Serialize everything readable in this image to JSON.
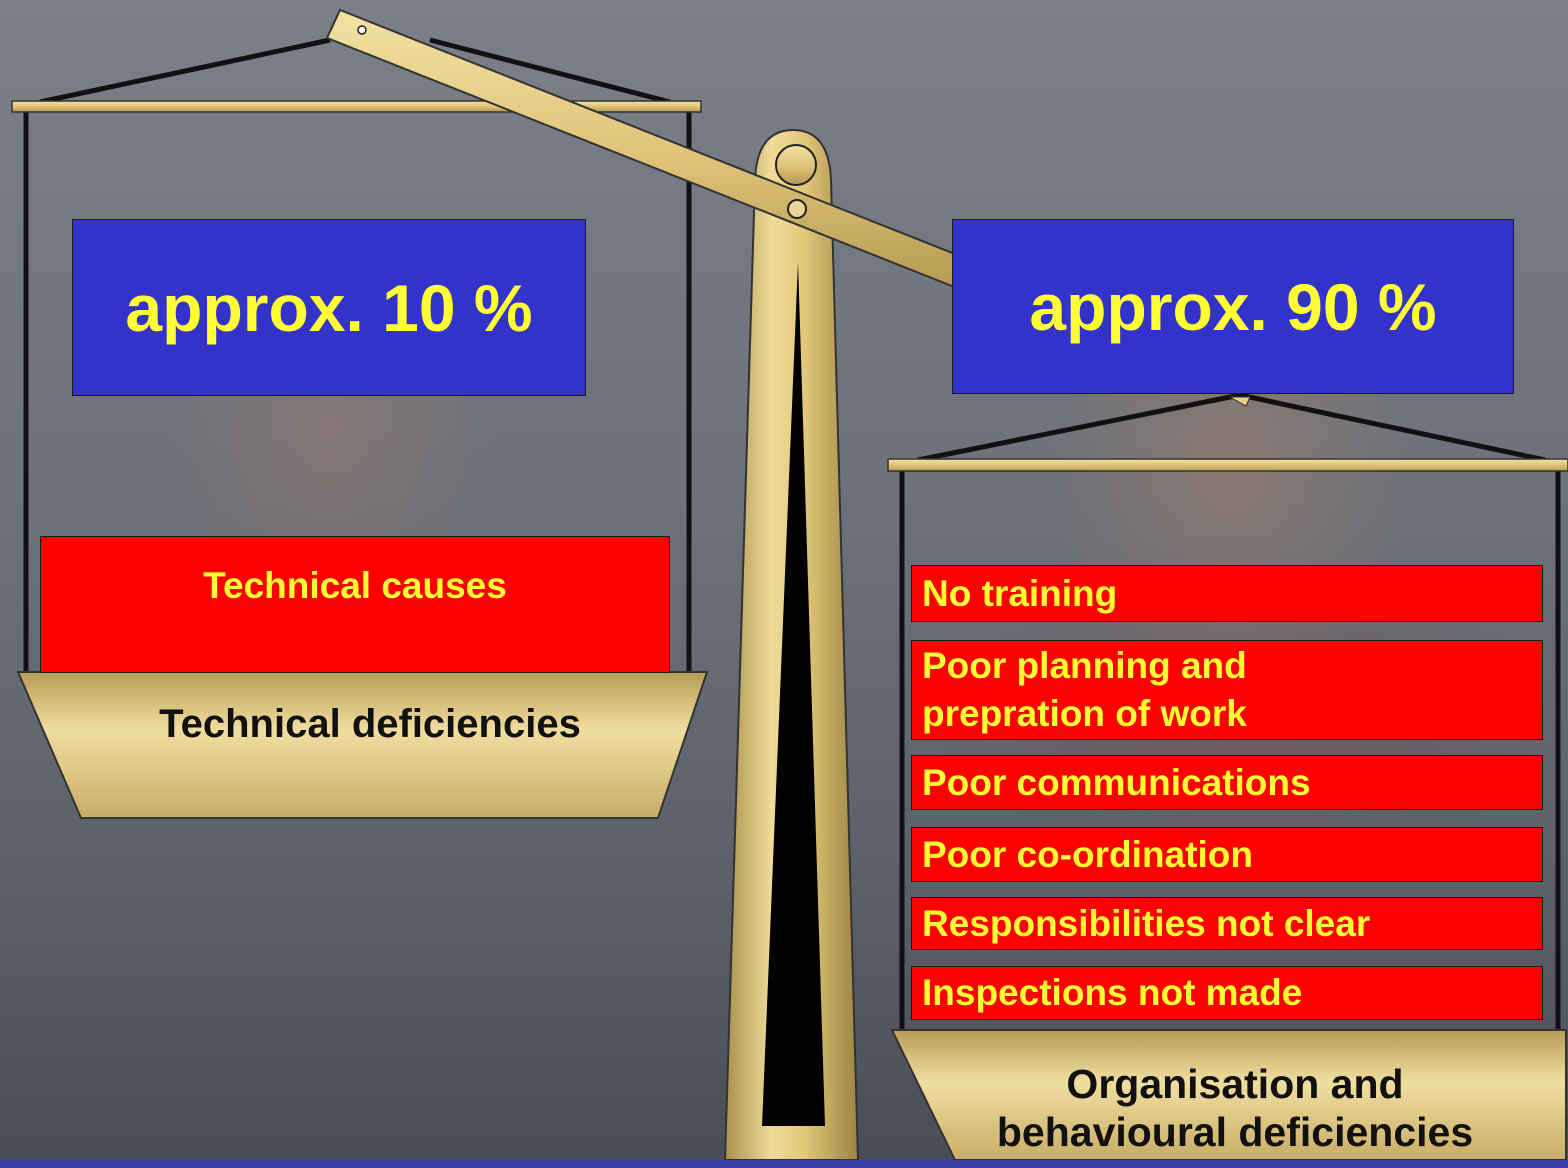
{
  "left_pan": {
    "percentage": "approx. 10 %",
    "causes": [
      "Technical causes"
    ],
    "label": "Technical deficiencies"
  },
  "right_pan": {
    "percentage": "approx. 90 %",
    "causes": [
      "No training",
      "Poor planning and prepration of work",
      "Poor communications",
      "Poor co-ordination",
      "Responsibilities not clear",
      "Inspections not made"
    ],
    "label": "Organisation and behavioural deficiencies"
  },
  "colors": {
    "percentage_box": "#3333cc",
    "percentage_text": "#ffff33",
    "cause_box": "#ff0000",
    "cause_text": "#ffff33",
    "gold": "#d8c074"
  }
}
